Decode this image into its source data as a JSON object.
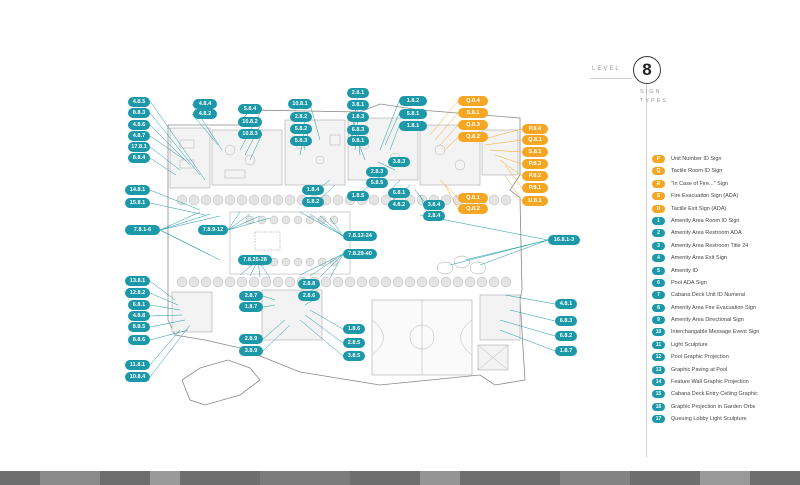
{
  "level": {
    "word": "LEVEL",
    "number": "8"
  },
  "sign_types_title": "SIGN TYPES",
  "colors": {
    "teal": "#1c98a8",
    "orange": "#f5a623",
    "line": "#1c98a8",
    "plan": "#9a9a9a"
  },
  "legend": [
    {
      "code": "P",
      "text": "Unit Number ID Sign",
      "color": "orange"
    },
    {
      "code": "Q",
      "text": "Tactile Room ID Sign",
      "color": "orange"
    },
    {
      "code": "R",
      "text": "\"In Case of Fire...\" Sign",
      "color": "orange"
    },
    {
      "code": "S",
      "text": "Fire Evacuation Sign (ADA)",
      "color": "orange"
    },
    {
      "code": "U",
      "text": "Tactile Exit Sign (ADA)",
      "color": "orange"
    },
    {
      "code": "1",
      "text": "Amenity Area Room ID Sign",
      "color": "teal"
    },
    {
      "code": "2",
      "text": "Amenity Area Restroom ADA",
      "color": "teal"
    },
    {
      "code": "3",
      "text": "Amenity Area Restroom Title 24",
      "color": "teal"
    },
    {
      "code": "4",
      "text": "Amenity Area Exit Sign",
      "color": "teal"
    },
    {
      "code": "5",
      "text": "Amenity ID",
      "color": "teal"
    },
    {
      "code": "6",
      "text": "Pool ADA Sign",
      "color": "teal"
    },
    {
      "code": "7",
      "text": "Cabana Deck Unit ID Numeral",
      "color": "teal"
    },
    {
      "code": "8",
      "text": "Amenity Area Fire Evacuation Sign",
      "color": "teal"
    },
    {
      "code": "9",
      "text": "Amenity Area Directional Sign",
      "color": "teal"
    },
    {
      "code": "10",
      "text": "Interchangable Message Event Sign",
      "color": "teal"
    },
    {
      "code": "11",
      "text": "Light Sculpture",
      "color": "teal"
    },
    {
      "code": "12",
      "text": "Pool Graphic Projection",
      "color": "teal"
    },
    {
      "code": "13",
      "text": "Graphic Paving at Pool",
      "color": "teal"
    },
    {
      "code": "14",
      "text": "Feature Wall Graphic Projection",
      "color": "teal"
    },
    {
      "code": "15",
      "text": "Cabana Deck Entry Ceiling Graphic",
      "color": "teal"
    },
    {
      "code": "16",
      "text": "Graphic Projection in Garden Orbs",
      "color": "teal"
    },
    {
      "code": "17",
      "text": "Queuing Lobby Light Sculpture",
      "color": "teal"
    }
  ],
  "callouts": [
    {
      "text": "4.8.5",
      "color": "teal"
    },
    {
      "text": "8.8.3",
      "color": "teal"
    },
    {
      "text": "4.8.6",
      "color": "teal"
    },
    {
      "text": "4.8.7",
      "color": "teal"
    },
    {
      "text": "17.8.1",
      "color": "teal"
    },
    {
      "text": "8.8.4",
      "color": "teal"
    },
    {
      "text": "4.8.4",
      "color": "teal"
    },
    {
      "text": "4.8.2",
      "color": "teal"
    },
    {
      "text": "5.8.4",
      "color": "teal"
    },
    {
      "text": "10.8.2",
      "color": "teal"
    },
    {
      "text": "10.8.3",
      "color": "teal"
    },
    {
      "text": "10.8.1",
      "color": "teal"
    },
    {
      "text": "2.8.2",
      "color": "teal"
    },
    {
      "text": "5.8.2",
      "color": "teal"
    },
    {
      "text": "5.8.3",
      "color": "teal"
    },
    {
      "text": "2.8.1",
      "color": "teal"
    },
    {
      "text": "3.8.1",
      "color": "teal"
    },
    {
      "text": "1.8.3",
      "color": "teal"
    },
    {
      "text": "6.8.3",
      "color": "teal"
    },
    {
      "text": "9.8.1",
      "color": "teal"
    },
    {
      "text": "1.8.2",
      "color": "teal"
    },
    {
      "text": "5.8.1",
      "color": "teal"
    },
    {
      "text": "1.8.1",
      "color": "teal"
    },
    {
      "text": "Q.8.4",
      "color": "orange"
    },
    {
      "text": "S.8.1",
      "color": "orange"
    },
    {
      "text": "Q.8.3",
      "color": "orange"
    },
    {
      "text": "Q.8.2",
      "color": "orange"
    },
    {
      "text": "P.8.4",
      "color": "orange"
    },
    {
      "text": "Q.8.1",
      "color": "orange"
    },
    {
      "text": "S.8.1",
      "color": "orange"
    },
    {
      "text": "P.8.3",
      "color": "orange"
    },
    {
      "text": "P.8.2",
      "color": "orange"
    },
    {
      "text": "P.8.1",
      "color": "orange"
    },
    {
      "text": "Q.8.1",
      "color": "orange"
    },
    {
      "text": "U.8.1",
      "color": "orange"
    },
    {
      "text": "Q.8.2",
      "color": "orange"
    },
    {
      "text": "3.8.3",
      "color": "teal"
    },
    {
      "text": "2.8.3",
      "color": "teal"
    },
    {
      "text": "5.8.5",
      "color": "teal"
    },
    {
      "text": "1.8.4",
      "color": "teal"
    },
    {
      "text": "5.8.2",
      "color": "teal"
    },
    {
      "text": "1.8.5",
      "color": "teal"
    },
    {
      "text": "6.8.1",
      "color": "teal"
    },
    {
      "text": "4.8.2",
      "color": "teal"
    },
    {
      "text": "3.8.4",
      "color": "teal"
    },
    {
      "text": "2.8.4",
      "color": "teal"
    },
    {
      "text": "14.8.1",
      "color": "teal"
    },
    {
      "text": "15.8.1",
      "color": "teal"
    },
    {
      "text": "7.8.1-6",
      "color": "teal"
    },
    {
      "text": "7.8.9-12",
      "color": "teal"
    },
    {
      "text": "7.8.13-24",
      "color": "teal"
    },
    {
      "text": "7.8.25-28",
      "color": "teal"
    },
    {
      "text": "7.8.29-40",
      "color": "teal"
    },
    {
      "text": "16.8.1-3",
      "color": "teal"
    },
    {
      "text": "13.8.1",
      "color": "teal"
    },
    {
      "text": "12.8.2",
      "color": "teal"
    },
    {
      "text": "6.8.1",
      "color": "teal"
    },
    {
      "text": "4.8.8",
      "color": "teal"
    },
    {
      "text": "8.8.5",
      "color": "teal"
    },
    {
      "text": "8.8.6",
      "color": "teal"
    },
    {
      "text": "2.8.7",
      "color": "teal"
    },
    {
      "text": "1.8.7",
      "color": "teal"
    },
    {
      "text": "2.8.8",
      "color": "teal"
    },
    {
      "text": "2.8.6",
      "color": "teal"
    },
    {
      "text": "2.8.9",
      "color": "teal"
    },
    {
      "text": "3.8.9",
      "color": "teal"
    },
    {
      "text": "1.8.6",
      "color": "teal"
    },
    {
      "text": "2.8.5",
      "color": "teal"
    },
    {
      "text": "3.8.5",
      "color": "teal"
    },
    {
      "text": "11.8.1",
      "color": "teal"
    },
    {
      "text": "10.8.4",
      "color": "teal"
    },
    {
      "text": "4.8.1",
      "color": "teal"
    },
    {
      "text": "6.8.3",
      "color": "teal"
    },
    {
      "text": "6.8.2",
      "color": "teal"
    },
    {
      "text": "1.8.7",
      "color": "teal"
    }
  ]
}
